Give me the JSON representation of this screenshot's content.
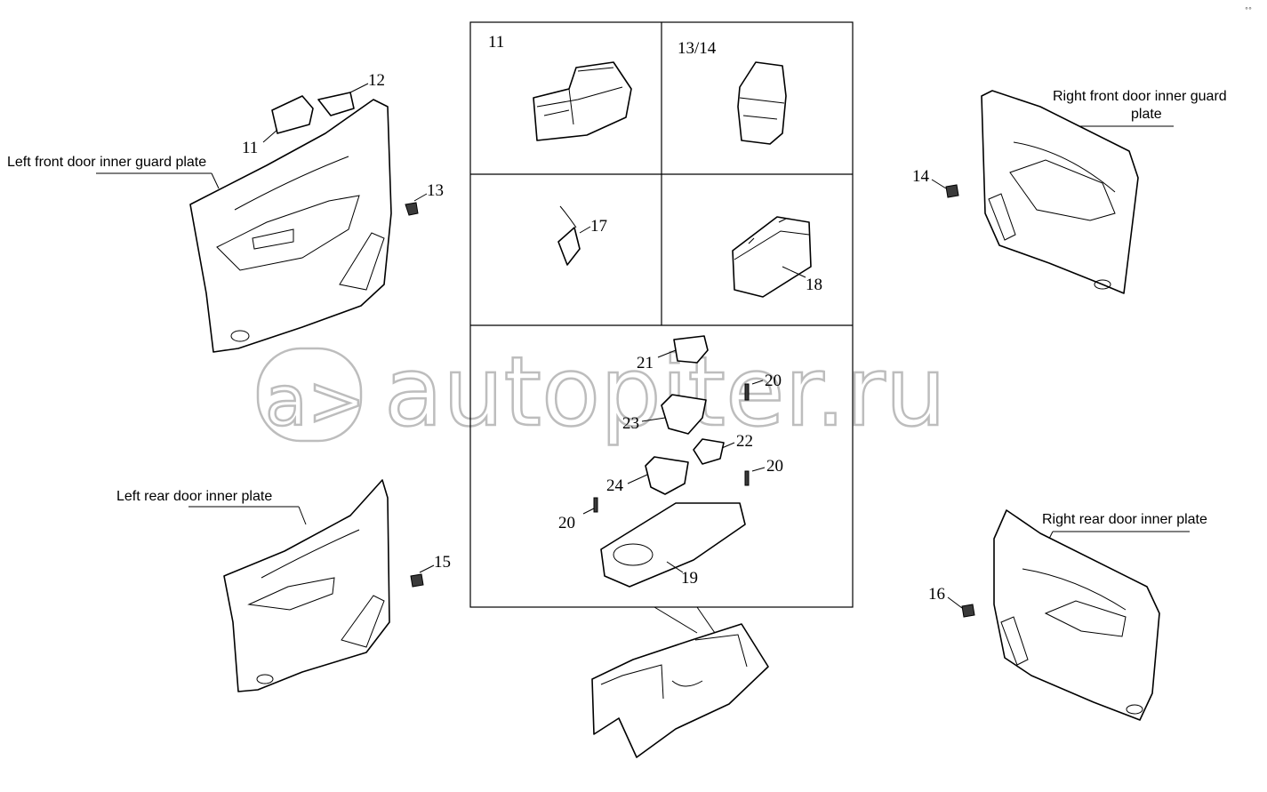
{
  "labels": {
    "left_front": "Left front door inner guard plate",
    "right_front_line1": "Right front door inner guard",
    "right_front_line2": "plate",
    "left_rear": "Left rear door inner plate",
    "right_rear": "Right rear door inner plate"
  },
  "callouts": {
    "c11_left": "11",
    "c12": "12",
    "c13": "13",
    "c14": "14",
    "c15": "15",
    "c16": "16",
    "box_11": "11",
    "box_13_14": "13/14",
    "c17": "17",
    "c18": "18",
    "c19": "19",
    "c20_a": "20",
    "c20_b": "20",
    "c20_c": "20",
    "c21": "21",
    "c22": "22",
    "c23": "23",
    "c24": "24"
  },
  "watermark": {
    "logo_glyph": "a>",
    "text": "autopiter.ru"
  }
}
